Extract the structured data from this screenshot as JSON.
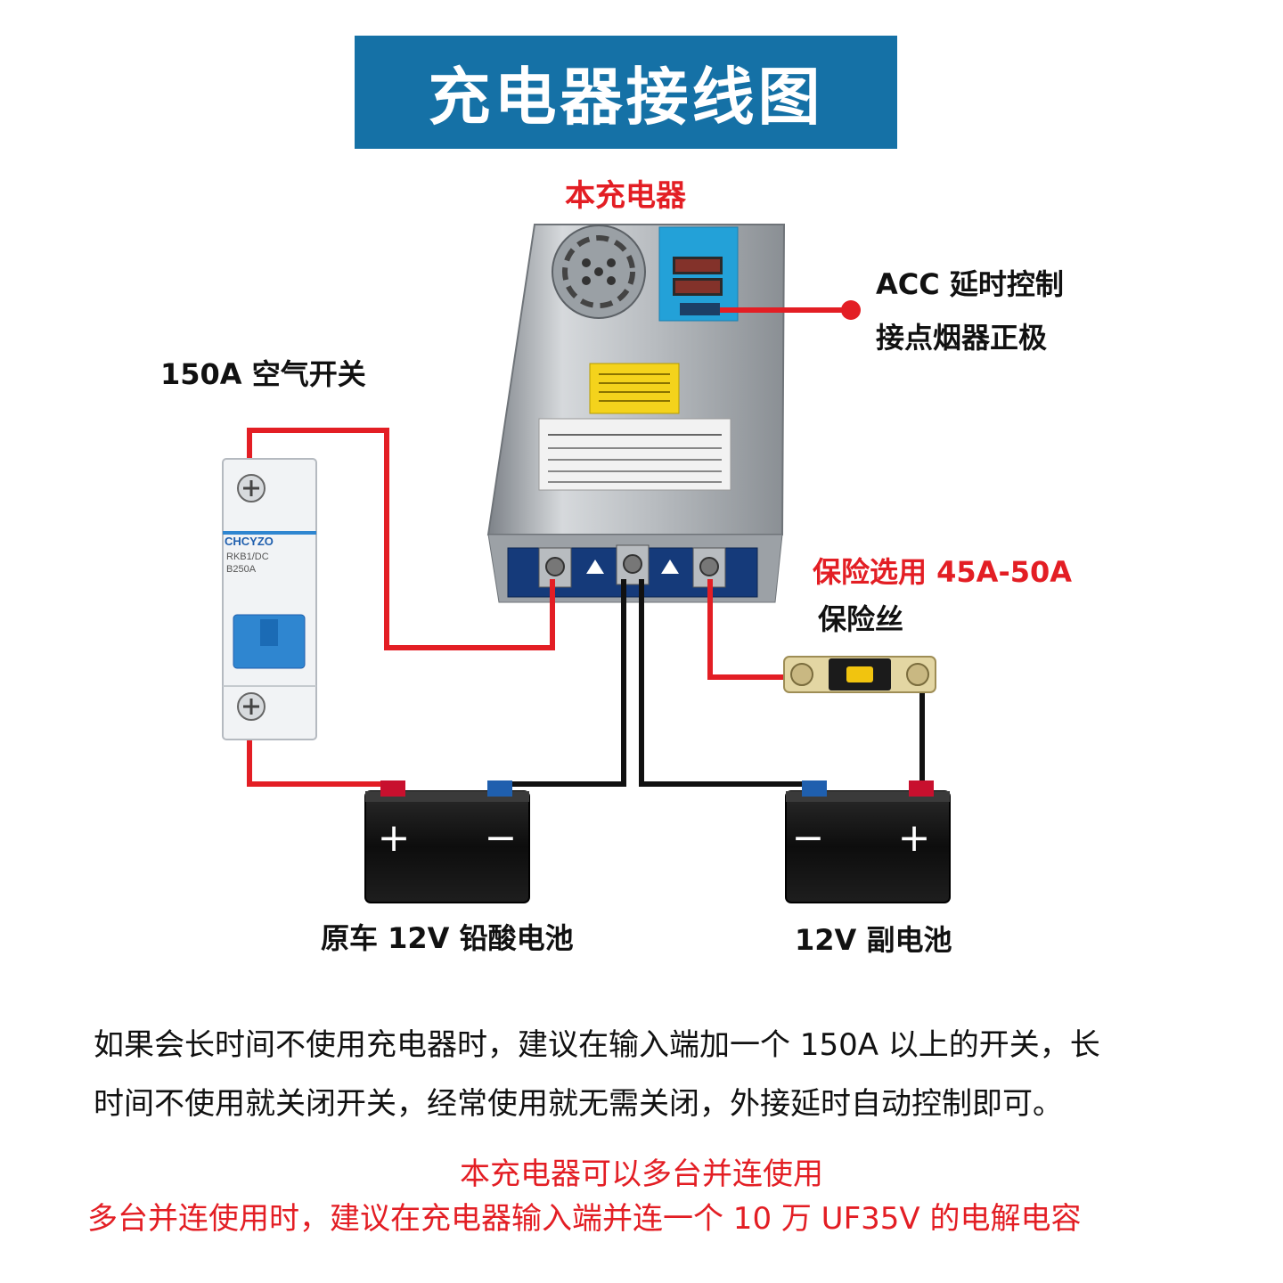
{
  "title": "充电器接线图",
  "labels": {
    "charger": "本充电器",
    "acc_line1": "ACC 延时控制",
    "acc_line2": "接点烟器正极",
    "breaker": "150A 空气开关",
    "fuse_spec": "保险选用 45A-50A",
    "fuse": "保险丝",
    "battery_main": "原车 12V 铅酸电池",
    "battery_aux": "12V 副电池"
  },
  "device_text": {
    "breaker_brand": "CHCYZO",
    "breaker_model": "RKB1/DC",
    "breaker_rating": "B250A",
    "battery_plus": "+",
    "battery_minus": "−"
  },
  "notes": {
    "line1": "如果会长时间不使用充电器时，建议在输入端加一个 150A 以上的开关，长",
    "line2": "时间不使用就关闭开关，经常使用就无需关闭，外接延时自动控制即可。",
    "red_line1": "本充电器可以多台并连使用",
    "red_line2": "多台并连使用时，建议在充电器输入端并连一个 10 万 UF35V 的电解电容"
  },
  "colors": {
    "title_bg": "#1571a6",
    "wire_positive": "#e31e24",
    "wire_negative": "#111111",
    "breaker_blue": "#2f86d0",
    "terminal_red": "#c8102e",
    "terminal_blue": "#1f5fae"
  }
}
